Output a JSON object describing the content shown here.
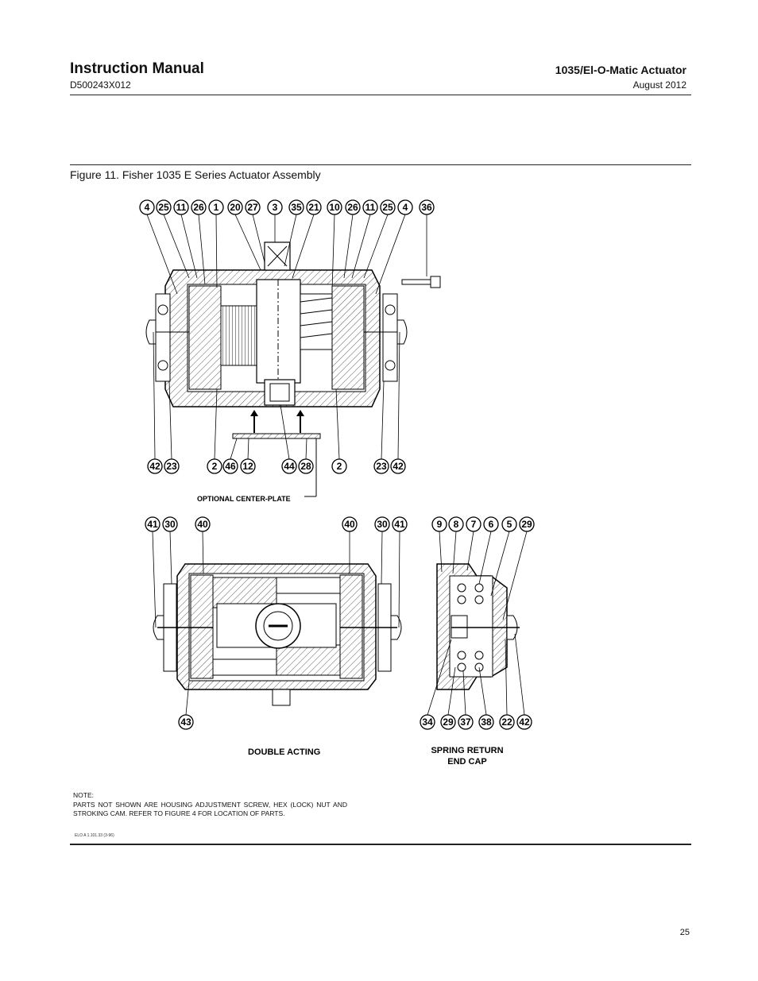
{
  "header": {
    "title": "Instruction Manual",
    "doc_number": "D500243X012",
    "product": "1035/El-O-Matic Actuator",
    "date": "August 2012"
  },
  "figure": {
    "title": "Figure 11. Fisher 1035 E Series Actuator Assembly",
    "top_callouts": [
      "4",
      "25",
      "11",
      "26",
      "1",
      "20",
      "27",
      "3",
      "35",
      "21",
      "10",
      "26",
      "11",
      "25",
      "4",
      "36"
    ],
    "top_bottom_callouts": [
      "42",
      "23",
      "2",
      "46",
      "12",
      "44",
      "28",
      "2",
      "23",
      "42"
    ],
    "optional_label": "OPTIONAL CENTER-PLATE",
    "double_top_callouts": [
      "41",
      "30",
      "40",
      "40",
      "30",
      "41"
    ],
    "double_bottom_callouts": [
      "43"
    ],
    "spring_top_callouts": [
      "9",
      "8",
      "7",
      "6",
      "5",
      "29"
    ],
    "spring_bottom_callouts": [
      "34",
      "29",
      "37",
      "38",
      "22",
      "42"
    ],
    "double_label": "DOUBLE ACTING",
    "spring_label_line1": "SPRING RETURN",
    "spring_label_line2": "END CAP"
  },
  "note": {
    "heading": "NOTE:",
    "text": "PARTS NOT SHOWN ARE HOUSING ADJUSTMENT SCREW, HEX (LOCK) NUT AND STROKING CAM. REFER TO FIGURE 4 FOR LOCATION OF PARTS."
  },
  "code": "ELO A 1.101.33 (3-96)",
  "page_number": "25"
}
